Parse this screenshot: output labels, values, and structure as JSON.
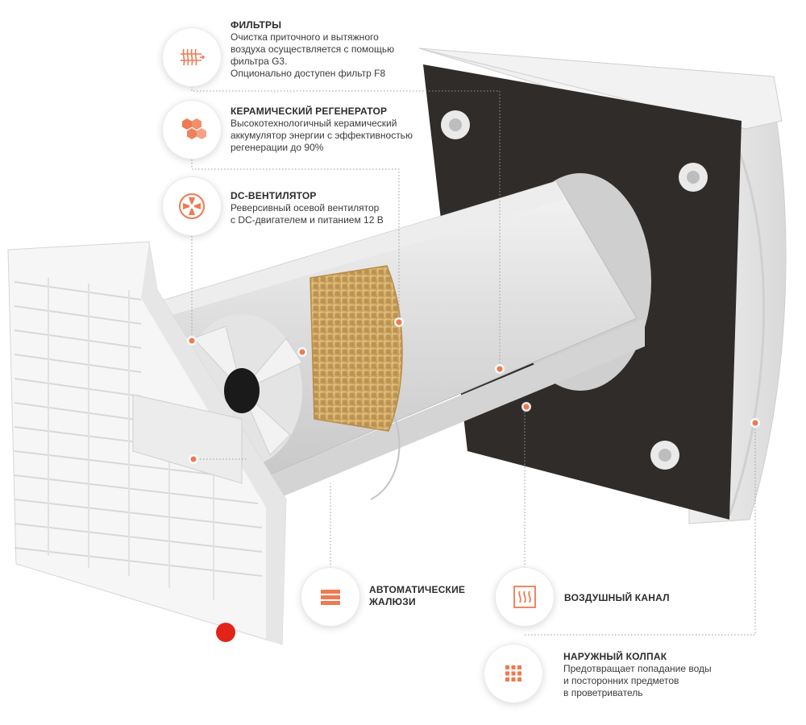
{
  "accent_color": "#ef7a52",
  "callouts": {
    "filters": {
      "title": "ФИЛЬТРЫ",
      "description": "Очистка приточного и вытяжного\nвоздуха осуществляется с помощью\nфильтра G3.\nОпционально доступен фильтр F8",
      "icon": "filter-icon"
    },
    "regenerator": {
      "title": "КЕРАМИЧЕСКИЙ РЕГЕНЕРАТОР",
      "description": "Высокотехнологичный керамический\nаккумулятор энергии с эффективностью\nрегенерации до 90%",
      "icon": "honeycomb-icon"
    },
    "fan": {
      "title": "DC-ВЕНТИЛЯТОР",
      "description": "Реверсивный осевой вентилятор\nс DC-двигателем и питанием 12 В",
      "icon": "fan-icon"
    },
    "shutters": {
      "title": "АВТОМАТИЧЕСКИЕ\nЖАЛЮЗИ",
      "icon": "louver-icon"
    },
    "duct": {
      "title": "ВОЗДУШНЫЙ КАНАЛ",
      "icon": "heat-waves-icon"
    },
    "hood": {
      "title": "НАРУЖНЫЙ КОЛПАК",
      "description": "Предотвращает попадание воды\nи посторонних предметов\nв проветриватель",
      "icon": "grid-icon"
    }
  }
}
